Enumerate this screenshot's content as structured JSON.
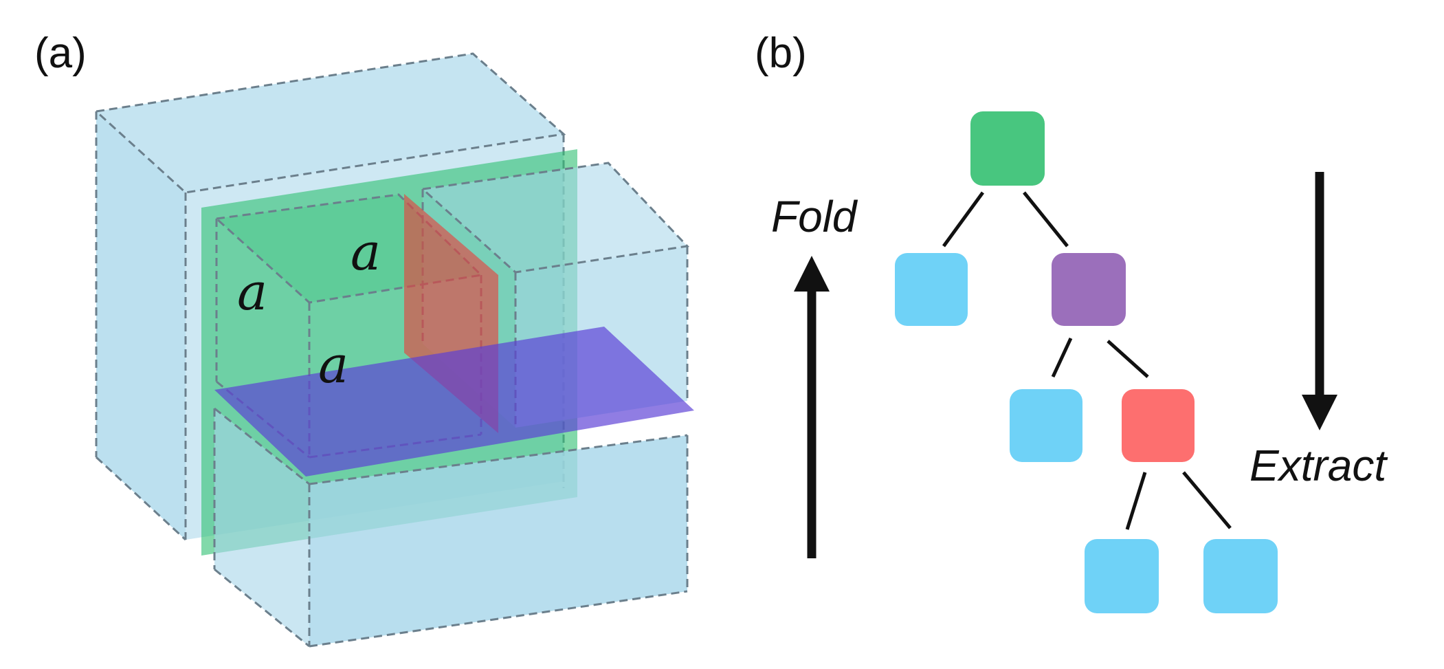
{
  "panels": {
    "a": {
      "label": "(a)",
      "edge_labels": [
        "a",
        "a",
        "a"
      ],
      "colors": {
        "box": "#a6d6ea",
        "green_plane": "#2fbf71",
        "red_plane": "#e8413c",
        "purple_plane": "#5b3fd6",
        "edge_dash": "#6b7f8c"
      }
    },
    "b": {
      "label": "(b)",
      "fold_label": "Fold",
      "extract_label": "Extract",
      "node_colors": {
        "root": "#48c67f",
        "internal": "#9b6fbb",
        "internal_2": "#fd6f6f",
        "leaf": "#6fd2f7"
      },
      "tree": {
        "nodes": [
          {
            "id": "root",
            "kind": "root"
          },
          {
            "id": "n1",
            "kind": "leaf"
          },
          {
            "id": "n2",
            "kind": "internal"
          },
          {
            "id": "n3",
            "kind": "leaf"
          },
          {
            "id": "n4",
            "kind": "internal_2"
          },
          {
            "id": "n5",
            "kind": "leaf"
          },
          {
            "id": "n6",
            "kind": "leaf"
          }
        ],
        "edges": [
          [
            "root",
            "n1"
          ],
          [
            "root",
            "n2"
          ],
          [
            "n2",
            "n3"
          ],
          [
            "n2",
            "n4"
          ],
          [
            "n4",
            "n5"
          ],
          [
            "n4",
            "n6"
          ]
        ]
      }
    }
  }
}
